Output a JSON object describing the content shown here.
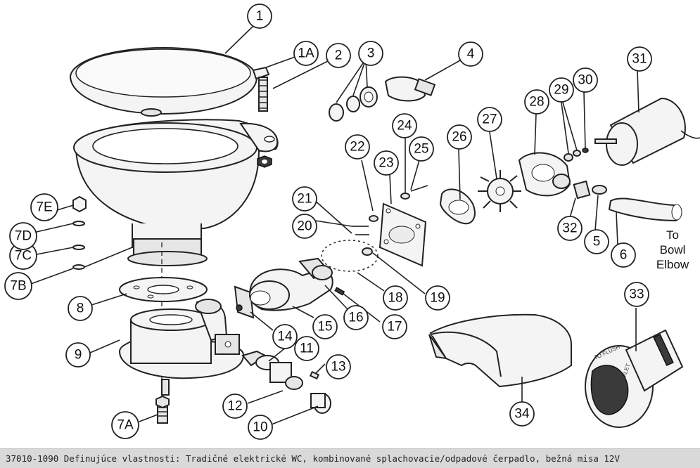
{
  "caption": "37010-1090 Definujúce vlastnosti: Tradičné elektrické WC, kombinované splachovacie/odpadové čerpadlo, bežná misa 12V",
  "callout_note": [
    "To",
    "Bowl",
    "Elbow"
  ],
  "dial_text": [
    "TO FLUSH",
    "ELECTRIC TOILET"
  ],
  "labels": [
    "1",
    "1A",
    "2",
    "3",
    "4",
    "5",
    "6",
    "7A",
    "7B",
    "7C",
    "7D",
    "7E",
    "8",
    "9",
    "10",
    "11",
    "12",
    "13",
    "14",
    "15",
    "16",
    "17",
    "18",
    "19",
    "20",
    "21",
    "22",
    "23",
    "24",
    "25",
    "26",
    "27",
    "28",
    "29",
    "30",
    "31",
    "32",
    "33",
    "34"
  ]
}
